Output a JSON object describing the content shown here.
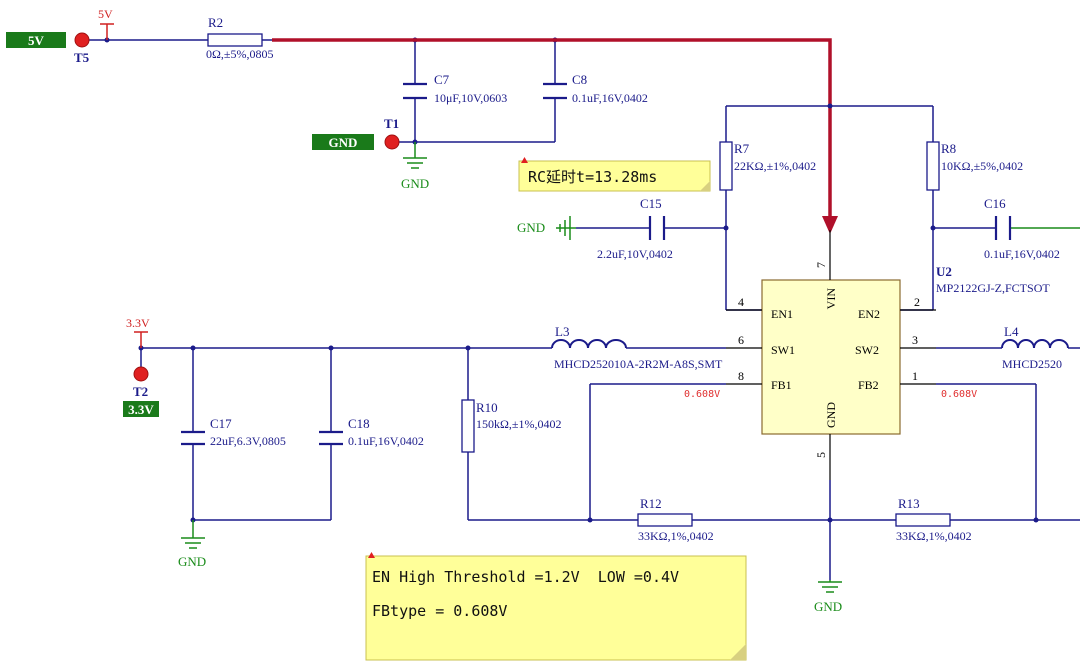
{
  "nets": {
    "v5": "5V",
    "v33": "3.3V",
    "gnd": "GND"
  },
  "testpoints": [
    {
      "ref": "T5",
      "badge": "5V"
    },
    {
      "ref": "T1",
      "badge": "GND"
    },
    {
      "ref": "T2",
      "badge": "3.3V"
    }
  ],
  "components": {
    "R2": {
      "ref": "R2",
      "value": "0Ω,±5%,0805"
    },
    "C7": {
      "ref": "C7",
      "value": "10μF,10V,0603"
    },
    "C8": {
      "ref": "C8",
      "value": "0.1uF,16V,0402"
    },
    "R7": {
      "ref": "R7",
      "value": "22KΩ,±1%,0402"
    },
    "R8": {
      "ref": "R8",
      "value": "10KΩ,±5%,0402"
    },
    "C15": {
      "ref": "C15",
      "value": "2.2uF,10V,0402"
    },
    "C16": {
      "ref": "C16",
      "value": "0.1uF,16V,0402"
    },
    "U2": {
      "ref": "U2",
      "value": "MP2122GJ-Z,FCTSOT"
    },
    "L3": {
      "ref": "L3",
      "value": "MHCD252010A-2R2M-A8S,SMT"
    },
    "L4": {
      "ref": "L4",
      "value": "MHCD2520"
    },
    "C17": {
      "ref": "C17",
      "value": "22uF,6.3V,0805"
    },
    "C18": {
      "ref": "C18",
      "value": "0.1uF,16V,0402"
    },
    "R10": {
      "ref": "R10",
      "value": "150kΩ,±1%,0402"
    },
    "R12": {
      "ref": "R12",
      "value": "33KΩ,1%,0402"
    },
    "R13": {
      "ref": "R13",
      "value": "33KΩ,1%,0402"
    }
  },
  "u2_pins": {
    "en1": "EN1",
    "sw1": "SW1",
    "fb1": "FB1",
    "en2": "EN2",
    "sw2": "SW2",
    "fb2": "FB2",
    "vin": "VIN",
    "gnd": "GND",
    "n_en1": "4",
    "n_sw1": "6",
    "n_fb1": "8",
    "n_en2": "2",
    "n_sw2": "3",
    "n_fb2": "1",
    "n_vin": "7",
    "n_gnd": "5"
  },
  "fb_voltage": "0.608V",
  "notes": {
    "rc_delay": "RC延时t=13.28ms",
    "en_threshold": "EN High Threshold =1.2V  LOW =0.4V",
    "fb_type": "FBtype = 0.608V"
  },
  "colors": {
    "wire": "#1b1b8a",
    "highlight": "#b0102a",
    "gnd": "#1a8c1a",
    "power": "#d02020",
    "ic_fill": "#ffffc8",
    "note_fill": "#ffff99"
  }
}
